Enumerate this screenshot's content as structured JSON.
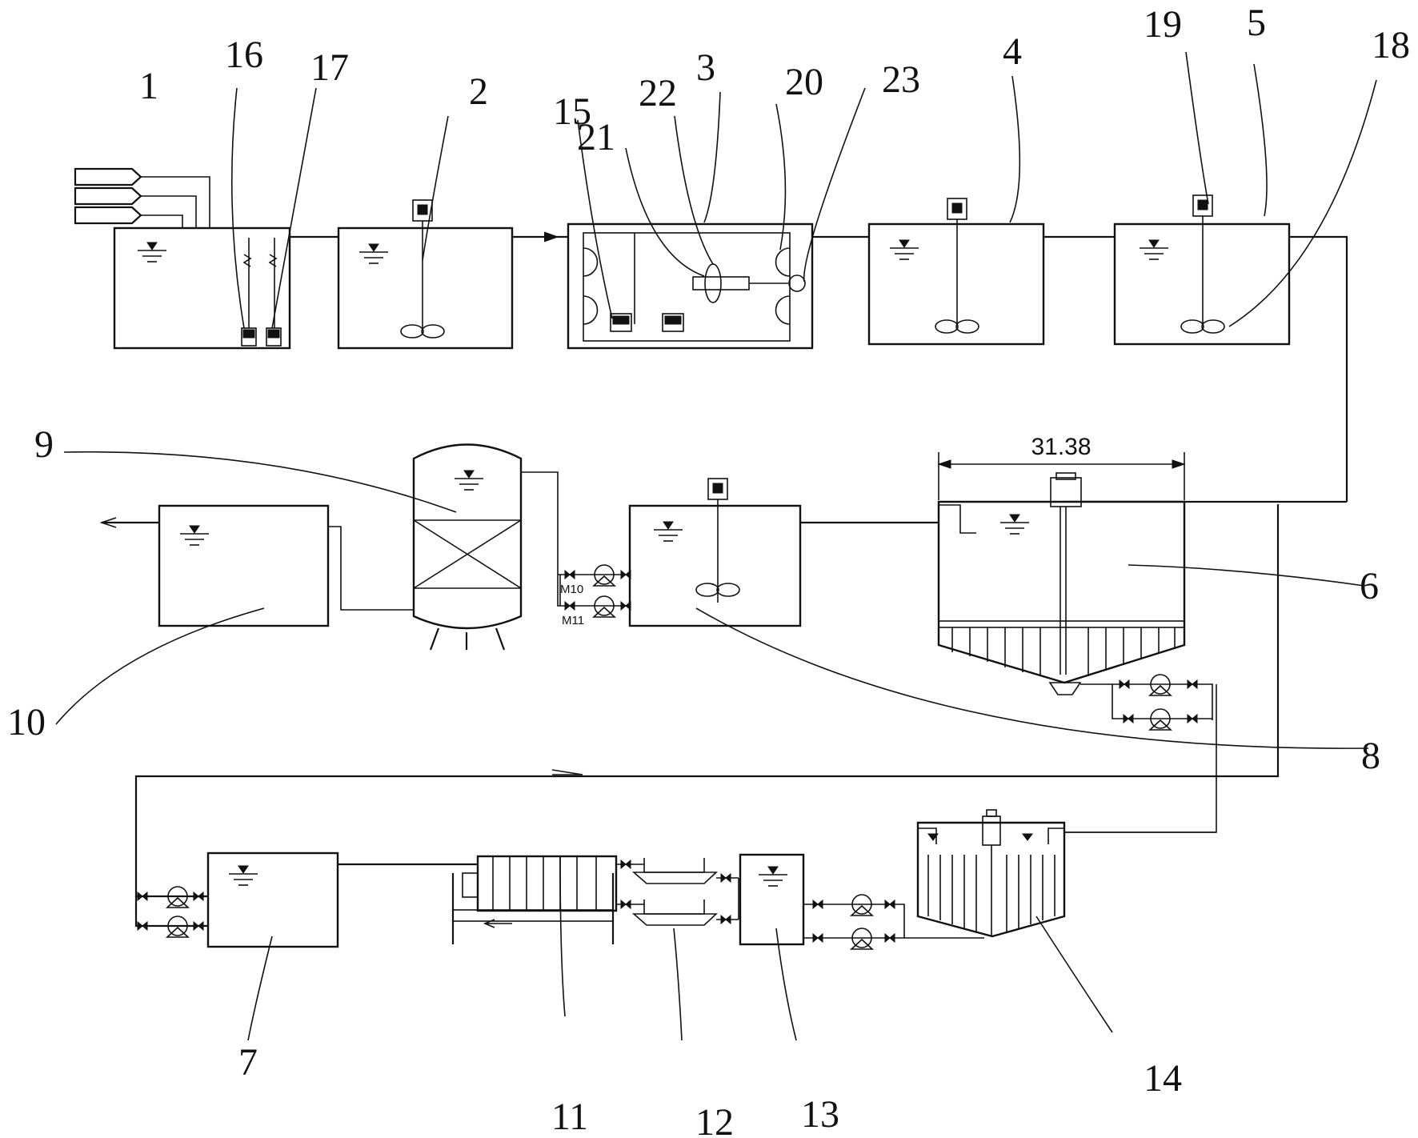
{
  "labels": {
    "n1": "1",
    "n2": "2",
    "n3": "3",
    "n4": "4",
    "n5": "5",
    "n6": "6",
    "n7": "7",
    "n8": "8",
    "n9": "9",
    "n10": "10",
    "n11": "11",
    "n12": "12",
    "n13": "13",
    "n14": "14",
    "n15": "15",
    "n16": "16",
    "n17": "17",
    "n18": "18",
    "n19": "19",
    "n20": "20",
    "n21": "21",
    "n22": "22",
    "n23": "23"
  },
  "dimension_text": "31.38",
  "pump_labels": {
    "m10": "M10",
    "m11": "M11"
  }
}
